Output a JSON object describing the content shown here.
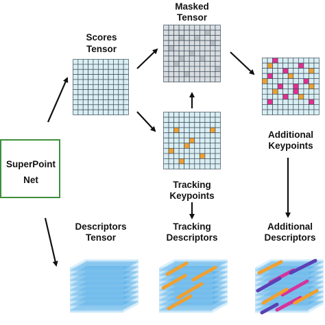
{
  "labels": {
    "superpoint_line1": "SuperPoint",
    "superpoint_line2": "Net",
    "scores_line1": "Scores",
    "scores_line2": "Tensor",
    "masked_line1": "Masked",
    "masked_line2": "Tensor",
    "additional_kp_line1": "Additional",
    "additional_kp_line2": "Keypoints",
    "tracking_kp_line1": "Tracking",
    "tracking_kp_line2": "Keypoints",
    "descriptors_line1": "Descriptors",
    "descriptors_line2": "Tensor",
    "tracking_desc_line1": "Tracking",
    "tracking_desc_line2": "Descriptors",
    "additional_desc_line1": "Additional",
    "additional_desc_line2": "Descriptors"
  },
  "colors": {
    "grid_fill": "#d9eef2",
    "grid_line": "#3a4a5a",
    "masked_fill": "#d9dde0",
    "masked_dark": "#b9bfc4",
    "tracking_cell": "#f0a030",
    "additional_cell": "#e0308f",
    "net_border": "#3e8e3a",
    "cube_blue": "#4aa8e6",
    "tube_orange": "#f0a030",
    "tube_magenta": "#d4349c",
    "tube_purple": "#5a3fb5"
  },
  "grids": {
    "size": 11,
    "masked_dark_cells": [
      [
        1,
        8
      ],
      [
        2,
        3
      ],
      [
        3,
        9
      ],
      [
        4,
        1
      ],
      [
        5,
        5
      ],
      [
        6,
        7
      ],
      [
        7,
        2
      ],
      [
        8,
        10
      ],
      [
        9,
        4
      ],
      [
        2,
        6
      ],
      [
        6,
        3
      ]
    ],
    "tracking_cells": [
      [
        3,
        2
      ],
      [
        5,
        5
      ],
      [
        3,
        9
      ],
      [
        6,
        4
      ],
      [
        7,
        1
      ],
      [
        8,
        7
      ],
      [
        9,
        3
      ]
    ],
    "additional_orange_cells": [
      [
        1,
        1
      ],
      [
        2,
        9
      ],
      [
        3,
        5
      ],
      [
        4,
        0
      ],
      [
        5,
        9
      ],
      [
        6,
        2
      ],
      [
        7,
        7
      ]
    ],
    "additional_magenta_cells": [
      [
        0,
        2
      ],
      [
        1,
        7
      ],
      [
        2,
        4
      ],
      [
        3,
        1
      ],
      [
        4,
        8
      ],
      [
        5,
        3
      ],
      [
        6,
        6
      ],
      [
        7,
        4
      ],
      [
        8,
        1
      ],
      [
        8,
        9
      ],
      [
        5,
        6
      ]
    ]
  }
}
